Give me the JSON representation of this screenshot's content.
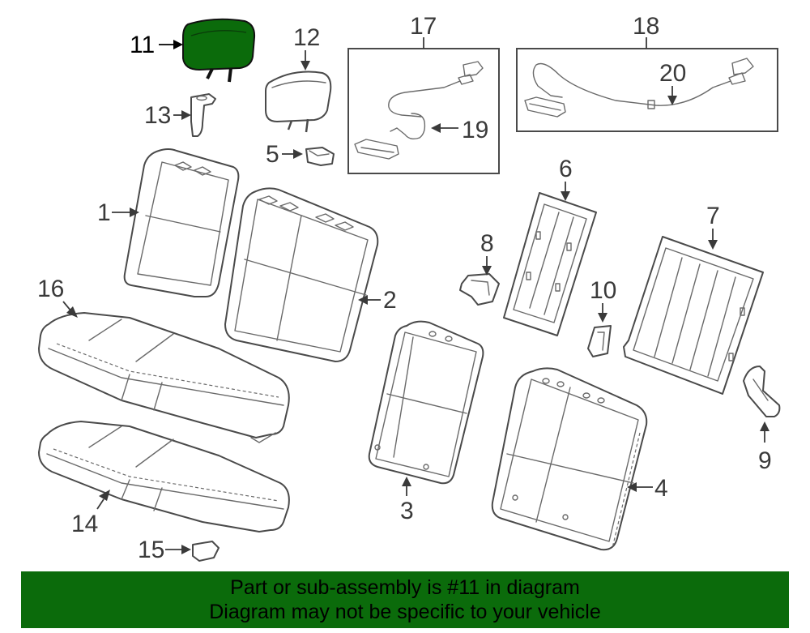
{
  "colors": {
    "highlight": "#0b6b0b",
    "outline": "#4a4a4a",
    "background": "#ffffff"
  },
  "highlighted_part": "11",
  "callouts": {
    "c1": "1",
    "c2": "2",
    "c3": "3",
    "c4": "4",
    "c5": "5",
    "c6": "6",
    "c7": "7",
    "c8": "8",
    "c9": "9",
    "c10": "10",
    "c11": "11",
    "c12": "12",
    "c13": "13",
    "c14": "14",
    "c15": "15",
    "c16": "16",
    "c17": "17",
    "c18": "18",
    "c19": "19",
    "c20": "20"
  },
  "banner": {
    "line1": "Part or sub-assembly is #11 in diagram",
    "line2": "Diagram may not be specific to your vehicle"
  }
}
